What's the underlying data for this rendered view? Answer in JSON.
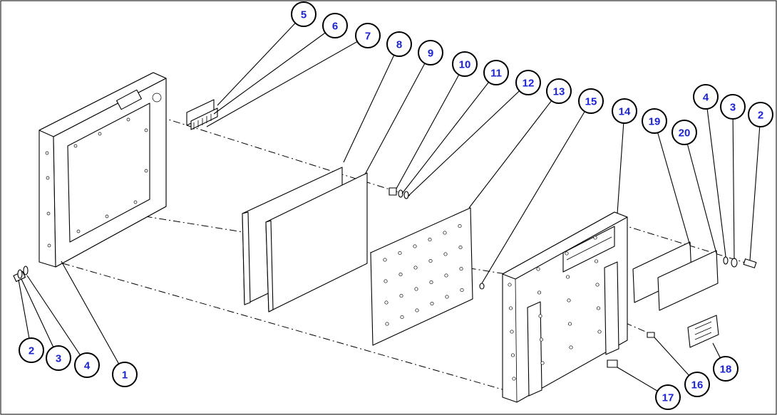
{
  "balloons": [
    {
      "label": "5",
      "r": 17
    },
    {
      "label": "6",
      "r": 17
    },
    {
      "label": "7",
      "r": 17
    },
    {
      "label": "8",
      "r": 17
    },
    {
      "label": "9",
      "r": 17
    },
    {
      "label": "10",
      "r": 17
    },
    {
      "label": "11",
      "r": 17
    },
    {
      "label": "12",
      "r": 17
    },
    {
      "label": "13",
      "r": 17
    },
    {
      "label": "15",
      "r": 17
    },
    {
      "label": "14",
      "r": 17
    },
    {
      "label": "19",
      "r": 17
    },
    {
      "label": "20",
      "r": 17
    },
    {
      "label": "4",
      "r": 17
    },
    {
      "label": "3",
      "r": 17
    },
    {
      "label": "2",
      "r": 17
    },
    {
      "label": "2",
      "r": 17
    },
    {
      "label": "3",
      "r": 17
    },
    {
      "label": "4",
      "r": 17
    },
    {
      "label": "1",
      "r": 17
    },
    {
      "label": "18",
      "r": 17
    },
    {
      "label": "16",
      "r": 17
    },
    {
      "label": "17",
      "r": 17
    }
  ],
  "colors": {
    "balloon_text": "#1a23d6",
    "line": "#000000",
    "background": "#ffffff"
  }
}
